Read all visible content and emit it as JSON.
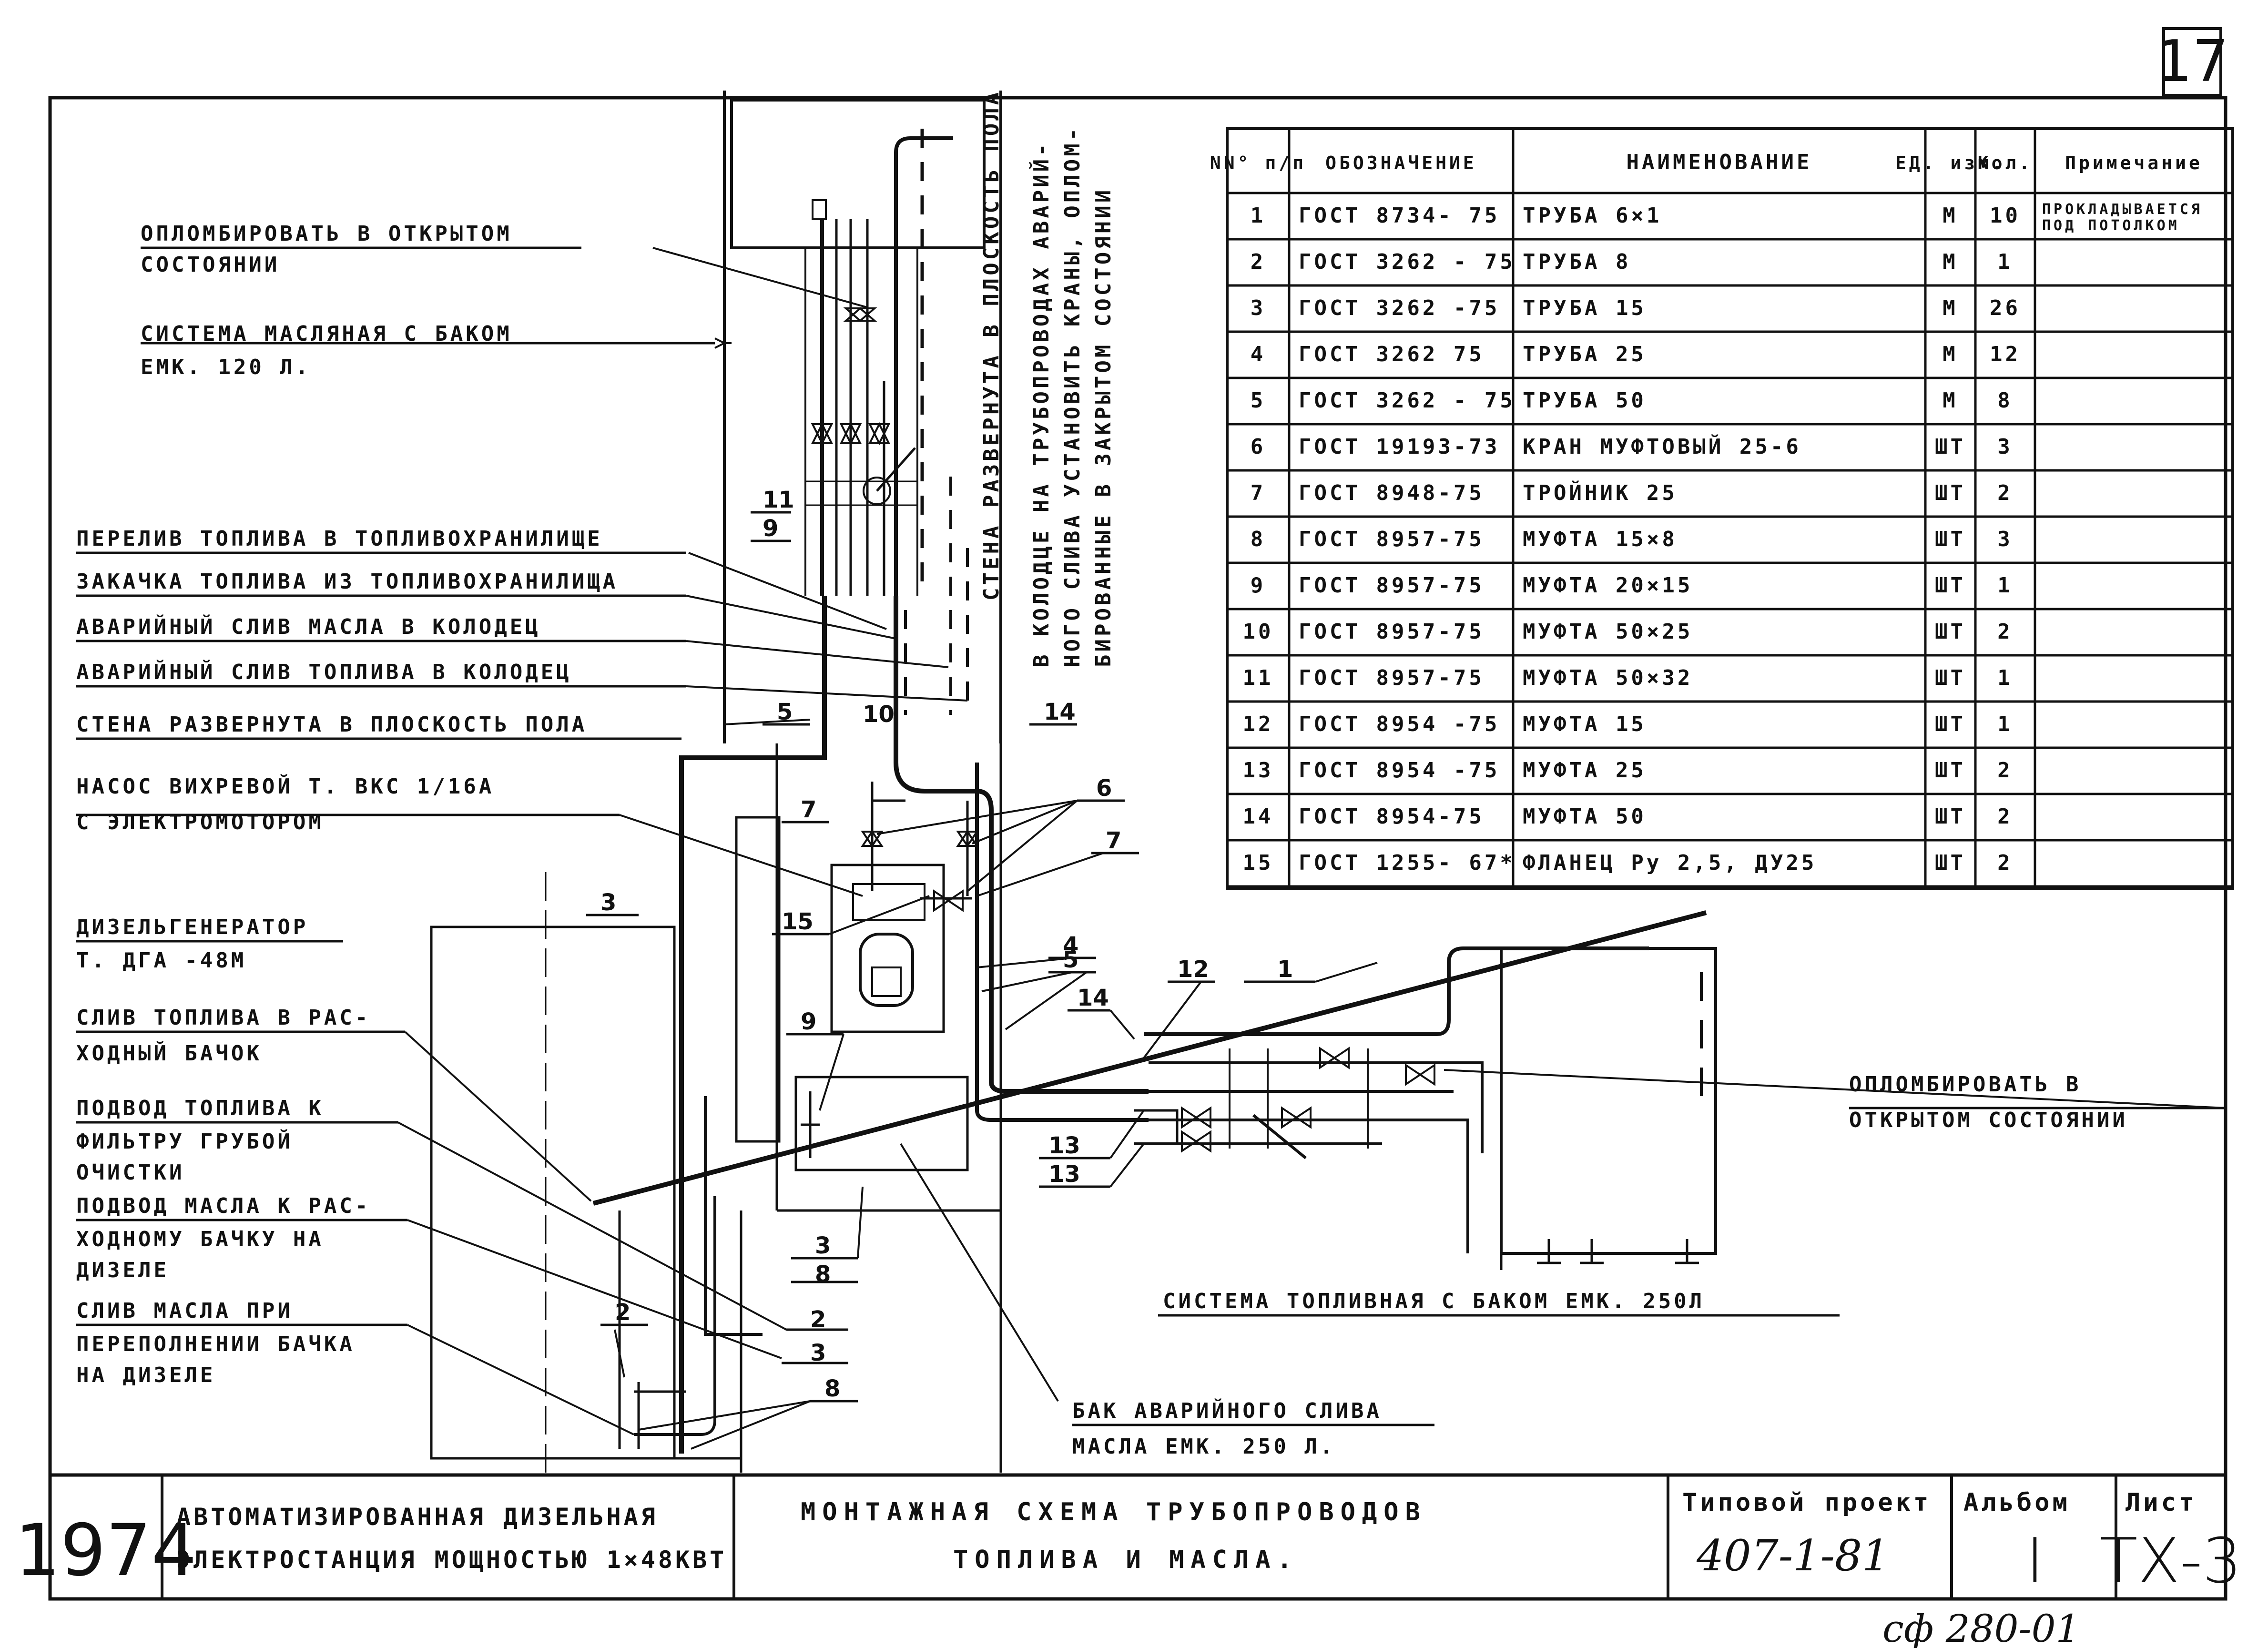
{
  "sheet_number": "17",
  "table": {
    "headers": [
      "NN° п/п",
      "ОБОЗНАЧЕНИЕ",
      "НАИМЕНОВАНИЕ",
      "ЕД. изм.",
      "Кол.",
      "Примечание"
    ],
    "rows": [
      [
        "1",
        "ГОСТ 8734- 75",
        "ТРУБА 6×1",
        "М",
        "10",
        "ПРОКЛАДЫВАЕТСЯ ПОД ПОТОЛКОМ"
      ],
      [
        "2",
        "ГОСТ 3262 - 75",
        "ТРУБА 8",
        "М",
        "1",
        ""
      ],
      [
        "3",
        "ГОСТ 3262 -75",
        "ТРУБА 15",
        "М",
        "26",
        ""
      ],
      [
        "4",
        "ГОСТ 3262 75",
        "ТРУБА 25",
        "М",
        "12",
        ""
      ],
      [
        "5",
        "ГОСТ 3262 - 75",
        "ТРУБА 50",
        "М",
        "8",
        ""
      ],
      [
        "6",
        "ГОСТ 19193-73",
        "КРАН МУФТОВЫЙ 25-6",
        "ШТ",
        "3",
        ""
      ],
      [
        "7",
        "ГОСТ 8948-75",
        "ТРОЙНИК 25",
        "ШТ",
        "2",
        ""
      ],
      [
        "8",
        "ГОСТ 8957-75",
        "МУФТА 15×8",
        "ШТ",
        "3",
        ""
      ],
      [
        "9",
        "ГОСТ 8957-75",
        "МУФТА 20×15",
        "ШТ",
        "1",
        ""
      ],
      [
        "10",
        "ГОСТ 8957-75",
        "МУФТА 50×25",
        "ШТ",
        "2",
        ""
      ],
      [
        "11",
        "ГОСТ 8957-75",
        "МУФТА 50×32",
        "ШТ",
        "1",
        ""
      ],
      [
        "12",
        "ГОСТ 8954 -75",
        "МУФТА 15",
        "ШТ",
        "1",
        ""
      ],
      [
        "13",
        "ГОСТ 8954 -75",
        "МУФТА 25",
        "ШТ",
        "2",
        ""
      ],
      [
        "14",
        "ГОСТ 8954-75",
        "МУФТА 50",
        "ШТ",
        "2",
        ""
      ],
      [
        "15",
        "ГОСТ 1255- 67*",
        "ФЛАНЕЦ Ру 2,5, ДУ25",
        "ШТ",
        "2",
        ""
      ]
    ]
  },
  "labels": {
    "seal_open_1": "ОПЛОМБИРОВАТЬ В ОТКРЫТОМ",
    "seal_open_2": "СОСТОЯНИИ",
    "oil_system_1": "СИСТЕМА МАСЛЯНАЯ С БАКОМ",
    "oil_system_2": "ЕМК. 120 Л.",
    "overflow": "ПЕРЕЛИВ ТОПЛИВА В ТОПЛИВОХРАНИЛИЩЕ",
    "pumping": "ЗАКАЧКА ТОПЛИВА ИЗ ТОПЛИВОХРАНИЛИЩА",
    "emergency_oil": "АВАРИЙНЫЙ СЛИВ МАСЛА В КОЛОДЕЦ",
    "emergency_fuel": "АВАРИЙНЫЙ СЛИВ ТОПЛИВА В КОЛОДЕЦ",
    "wall_floor": "СТЕНА РАЗВЕРНУТА В ПЛОСКОСТЬ ПОЛА",
    "pump_1": "НАСОС ВИХРЕВОЙ Т. ВКС 1/16А",
    "pump_2": "С ЭЛЕКТРОМОТОРОМ",
    "diesel_1": "ДИЗЕЛЬГЕНЕРАТОР",
    "diesel_2": "Т. ДГА -48М",
    "drain_fuel_1": "СЛИВ ТОПЛИВА В РАС-",
    "drain_fuel_2": "ХОДНЫЙ БАЧОК",
    "fuel_filter_1": "ПОДВОД ТОПЛИВА К",
    "fuel_filter_2": "ФИЛЬТРУ ГРУБОЙ",
    "fuel_filter_3": "ОЧИСТКИ",
    "oil_feed_1": "ПОДВОД МАСЛА К РАС-",
    "oil_feed_2": "ХОДНОМУ БАЧКУ НА",
    "oil_feed_3": "ДИЗЕЛЕ",
    "oil_drain_1": "СЛИВ МАСЛА ПРИ",
    "oil_drain_2": "ПЕРЕПОЛНЕНИИ БАЧКА",
    "oil_drain_3": "НА ДИЗЕЛЕ",
    "vertical_wall": "СТЕНА РАЗВЕРНУТА В ПЛОСКОСТЬ ПОЛА",
    "vertical_well_1": "В КОЛОДЦЕ НА ТРУБОПРОВОДАХ АВАРИЙ-",
    "vertical_well_2": "НОГО СЛИВА УСТАНОВИТЬ КРАНЫ, ОПЛОМ-",
    "vertical_well_3": "БИРОВАННЫЕ В ЗАКРЫТОМ СОСТОЯНИИ",
    "seal_right_1": "ОПЛОМБИРОВАТЬ В",
    "seal_right_2": "ОТКРЫТОМ СОСТОЯНИИ",
    "fuel_system": "СИСТЕМА ТОПЛИВНАЯ С БАКОМ ЕМК. 250Л",
    "oil_tank_1": "БАК АВАРИЙНОГО СЛИВА",
    "oil_tank_2": "МАСЛА ЕМК. 250 Л."
  },
  "callouts": {
    "n11": "11",
    "n9a": "9",
    "n5a": "5",
    "n10": "10",
    "n14a": "14",
    "n6": "6",
    "n7a": "7",
    "n7b": "7",
    "n15": "15",
    "n3a": "3",
    "n4": "4",
    "n5b": "5",
    "n12": "12",
    "n1": "1",
    "n14b": "14",
    "n9b": "9",
    "n13a": "13",
    "n13b": "13",
    "n3b": "3",
    "n8a": "8",
    "n2a": "2",
    "n3c": "3",
    "n2b": "2",
    "n8b": "8"
  },
  "title_block": {
    "year": "1974",
    "station_1": "АВТОМАТИЗИРОВАННАЯ ДИЗЕЛЬНАЯ",
    "station_2": "ЭЛЕКТРОСТАНЦИЯ МОЩНОСТЬЮ 1×48КВТ",
    "drawing_1": "МОНТАЖНАЯ СХЕМА ТРУБОПРОВОДОВ",
    "drawing_2": "ТОПЛИВА И МАСЛА.",
    "project_label": "Типовой проект",
    "project_value": "407-1-81",
    "album_label": "Альбом",
    "album_value": "I",
    "sheet_label": "Лист",
    "sheet_value": "ТХ-3",
    "stamp": "сф 280-01"
  }
}
